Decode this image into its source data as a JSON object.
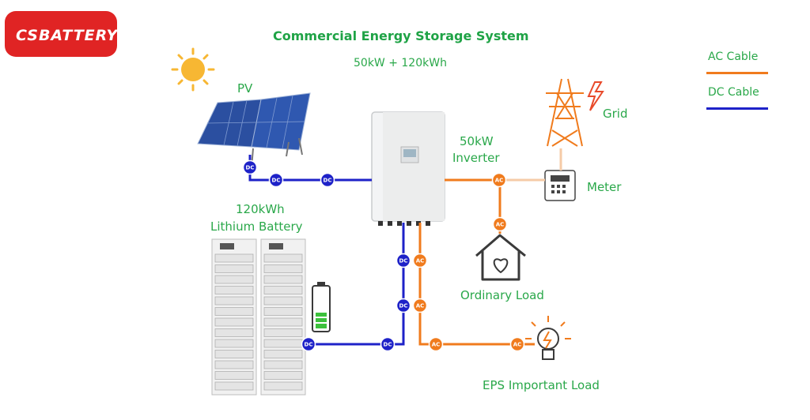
{
  "title": "Commercial Energy Storage System",
  "subtitle": "50kW + 120kWh",
  "logo": {
    "text": "CSBATTERY",
    "color": "#e02424"
  },
  "labels": {
    "pv": "PV",
    "grid": "Grid",
    "inverter_line1": "50kW",
    "inverter_line2": "Inverter",
    "meter": "Meter",
    "battery_line1": "120kWh",
    "battery_line2": "Lithium Battery",
    "ordinary_load": "Ordinary Load",
    "eps_load": "EPS Important Load"
  },
  "legend": {
    "ac_label": "AC Cable",
    "dc_label": "DC Cable",
    "ac_color": "#f07b1d",
    "dc_color": "#1e22c8"
  },
  "badges": {
    "ac": "AC",
    "dc": "DC"
  },
  "icons": [
    "sun-icon",
    "solar-panel-icon",
    "transmission-tower-icon",
    "lightning-icon",
    "inverter-icon",
    "meter-icon",
    "battery-rack-icon",
    "battery-level-icon",
    "house-icon",
    "bulb-icon"
  ]
}
